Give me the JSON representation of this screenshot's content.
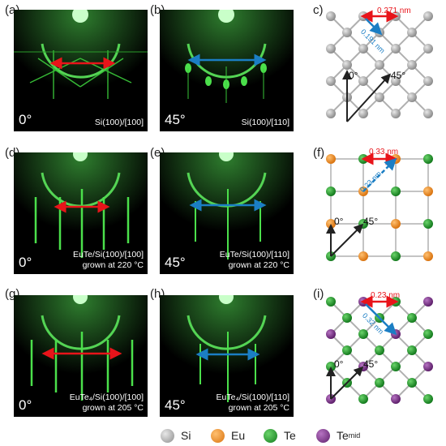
{
  "panels": {
    "a": {
      "letter": "(a)",
      "angle": "0°",
      "caption": [
        "Si(100)/[100]"
      ]
    },
    "b": {
      "letter": "(b)",
      "angle": "45°",
      "caption": [
        "Si(100)/[110]"
      ]
    },
    "c": {
      "letter": "c)",
      "spacing_h": "0.271 nm",
      "spacing_d": "0.191 nm",
      "angle0": "0°",
      "angle45": "45°"
    },
    "d": {
      "letter": "(d)",
      "angle": "0°",
      "caption": [
        "EuTe/Si(100)/[100]",
        "grown at 220 °C"
      ]
    },
    "e": {
      "letter": "(e)",
      "angle": "45°",
      "caption": [
        "EuTe/Si(100)/[110]",
        "grown at 220 °C"
      ]
    },
    "f": {
      "letter": "(f)",
      "spacing_h": "0.33 nm",
      "spacing_d": "0.23 nm",
      "angle0": "0°",
      "angle45": "45°"
    },
    "g": {
      "letter": "(g)",
      "angle": "0°",
      "caption": [
        "EuTe₄/Si(100)/[100]",
        "grown at 205 °C"
      ]
    },
    "h": {
      "letter": "(h)",
      "angle": "45°",
      "caption": [
        "EuTe₄/Si(100)/[110]",
        "grown at 205 °C"
      ]
    },
    "i": {
      "letter": "(i)",
      "spacing_h": "0.23 nm",
      "spacing_d": "0.32 nm",
      "angle0": "0°",
      "angle45": "45°"
    }
  },
  "legend": [
    {
      "label": "Si",
      "color": "#a6a6a6"
    },
    {
      "label": "Eu",
      "color": "#f08c1e"
    },
    {
      "label": "Te",
      "color": "#1e9a2a"
    },
    {
      "label": "Te",
      "sub": "mid",
      "color": "#7b2f8a"
    }
  ],
  "colors": {
    "red_arrow": "#e8141a",
    "blue_arrow": "#1b7ec4",
    "rheed_green": "#3ccf3c"
  }
}
